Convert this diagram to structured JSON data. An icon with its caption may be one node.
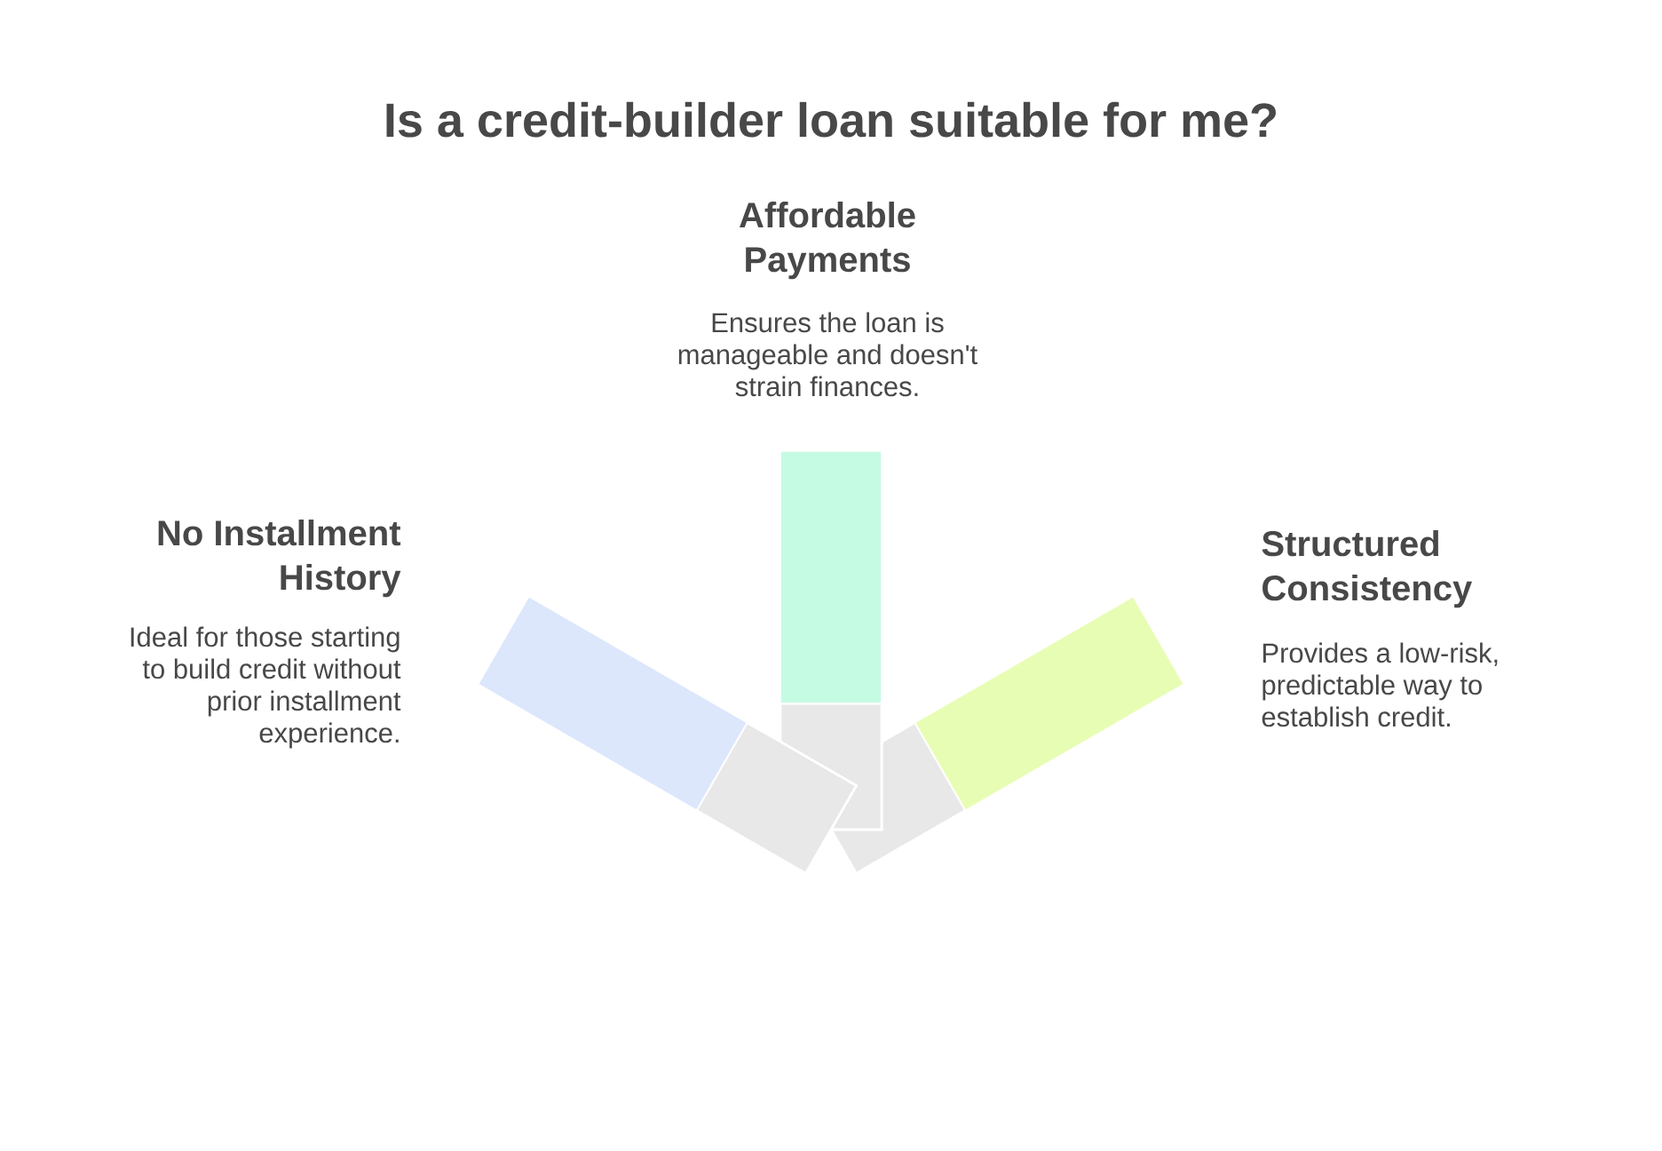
{
  "diagram": {
    "title": "Is a credit-builder loan suitable for me?",
    "nodes": [
      {
        "text": [],
        "shape": "bar",
        "beside": [
          "Affordable Payments",
          "Ensures the loan is manageable and doesn't strain finances."
        ]
      },
      {
        "text": [],
        "shape": "bar",
        "beside": [
          "No Installment History",
          "Ideal for those starting to build credit without prior installment experience."
        ]
      },
      {
        "text": [],
        "shape": "bar",
        "beside": [
          "Structured Consistency",
          "Provides a low-risk, predictable way to establish credit."
        ]
      }
    ]
  }
}
